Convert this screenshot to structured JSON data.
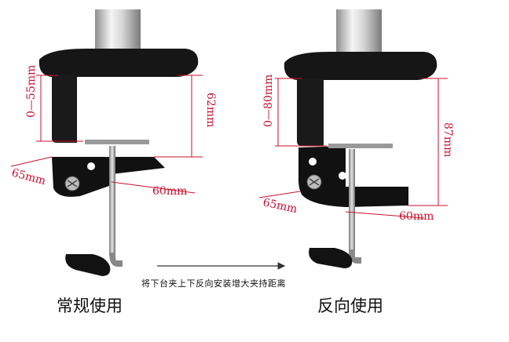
{
  "normal": {
    "range": "0—55mm",
    "height": "62mm",
    "width": "65mm",
    "depth": "60mm",
    "caption": "常规使用"
  },
  "reverse": {
    "range": "0—80mm",
    "height": "87mm",
    "width": "65mm",
    "depth": "60mm",
    "caption": "反向使用"
  },
  "note": "将下台夹上下反向安装增大夹持距离",
  "colors": {
    "dimension": "#c8102e",
    "clamp": "#111111",
    "pole": "#d9d9d9"
  }
}
